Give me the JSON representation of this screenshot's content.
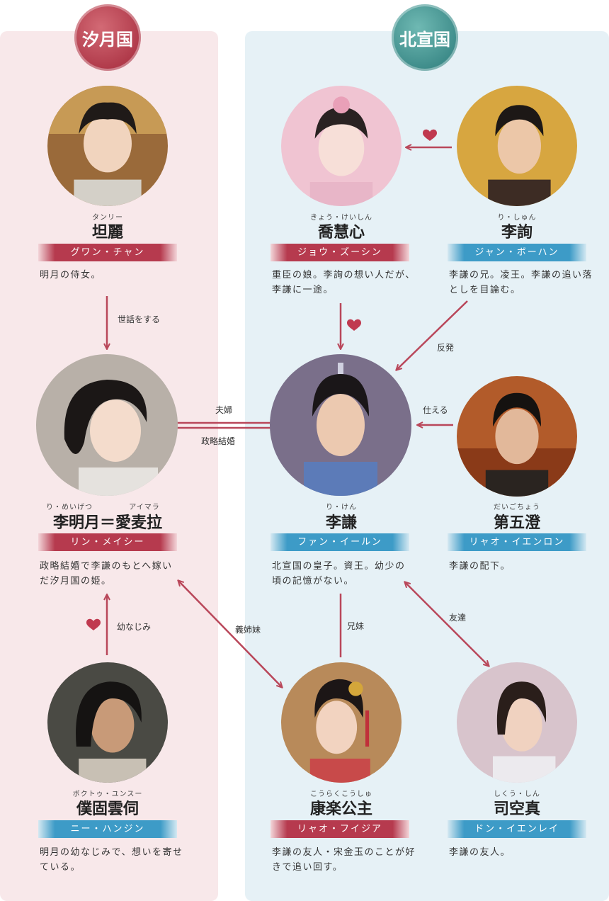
{
  "countries": {
    "left": "汐月国",
    "right": "北宣国"
  },
  "colors": {
    "red_accent": "#b63a4e",
    "blue_accent": "#3d9bc7",
    "arrow": "#b9475a",
    "heart": "#c0394f"
  },
  "characters": {
    "tanri": {
      "ruby": "タンリー",
      "name": "坦麗",
      "actor": "グワン・チャン",
      "desc": "明月の侍女。"
    },
    "kyou": {
      "ruby": "きょう・けいしん",
      "name": "喬慧心",
      "actor": "ジョウ・ズーシン",
      "desc": "重臣の娘。李詢の想い人だが、李謙に一途。"
    },
    "rishun": {
      "ruby": "り・しゅん",
      "name": "李詢",
      "actor": "ジャン・ボーハン",
      "desc": "李謙の兄。凌王。李謙の追い落としを目論む。"
    },
    "meigetsu": {
      "ruby1": "り・めいげつ",
      "ruby2": "アイマラ",
      "name": "李明月＝愛麦拉",
      "actor": "リン・メイシー",
      "desc": "政略結婚で李謙のもとへ嫁いだ汐月国の姫。"
    },
    "riken": {
      "ruby": "り・けん",
      "name": "李謙",
      "actor": "ファン・イールン",
      "desc": "北宣国の皇子。資王。幼少の頃の記憶がない。"
    },
    "daigo": {
      "ruby": "だいごちょう",
      "name": "第五澄",
      "actor": "リャオ・イエンロン",
      "desc": "李謙の配下。"
    },
    "boku": {
      "ruby": "ボクトゥ・ユンスー",
      "name": "僕固雲伺",
      "actor": "ニー・ハンジン",
      "desc": "明月の幼なじみで、想いを寄せている。"
    },
    "kouraku": {
      "ruby": "こうらくこうしゅ",
      "name": "康楽公主",
      "actor": "リャオ・フイジア",
      "desc": "李謙の友人・宋金玉のことが好きで追い回す。"
    },
    "shikuu": {
      "ruby": "しくう・しん",
      "name": "司空真",
      "actor": "ドン・イエンレイ",
      "desc": "李謙の友人。"
    }
  },
  "relations": {
    "caretaker": "世話をする",
    "couple": "夫婦",
    "political_marriage": "政略結婚",
    "rebel": "反発",
    "serve": "仕える",
    "childhood_friend": "幼なじみ",
    "sister_in_law": "義姉妹",
    "siblings": "兄妹",
    "friend": "友達"
  }
}
